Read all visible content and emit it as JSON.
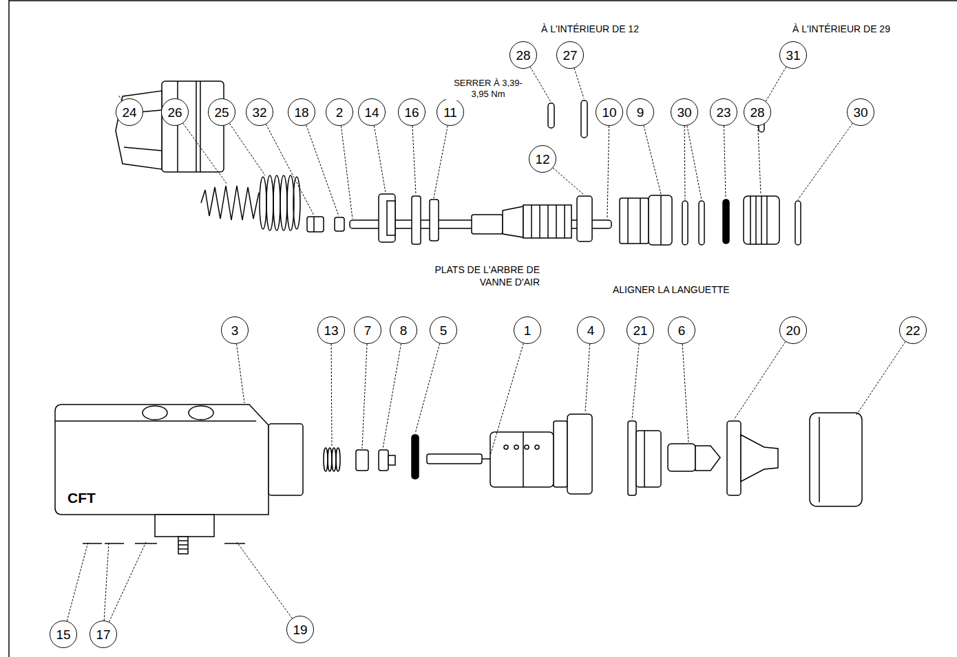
{
  "diagram": {
    "nodes": [
      {
        "text": [
          "28"
        ]
      },
      {
        "text": [
          "27"
        ]
      },
      {
        "text": [
          "31"
        ]
      },
      {
        "text": [
          "24"
        ]
      },
      {
        "text": [
          "26"
        ]
      },
      {
        "text": [
          "25"
        ]
      },
      {
        "text": [
          "32"
        ]
      },
      {
        "text": [
          "18"
        ]
      },
      {
        "text": [
          "2"
        ]
      },
      {
        "text": [
          "14"
        ]
      },
      {
        "text": [
          "16"
        ]
      },
      {
        "text": [
          "11"
        ]
      },
      {
        "text": [
          "10"
        ]
      },
      {
        "text": [
          "9"
        ]
      },
      {
        "text": [
          "30"
        ]
      },
      {
        "text": [
          "23"
        ]
      },
      {
        "text": [
          "28"
        ]
      },
      {
        "text": [
          "30"
        ]
      },
      {
        "text": [
          "12"
        ]
      },
      {
        "text": [
          "3"
        ]
      },
      {
        "text": [
          "13"
        ]
      },
      {
        "text": [
          "7"
        ]
      },
      {
        "text": [
          "8"
        ]
      },
      {
        "text": [
          "5"
        ]
      },
      {
        "text": [
          "1"
        ]
      },
      {
        "text": [
          "4"
        ]
      },
      {
        "text": [
          "21"
        ]
      },
      {
        "text": [
          "6"
        ]
      },
      {
        "text": [
          "20"
        ]
      },
      {
        "text": [
          "22"
        ]
      },
      {
        "text": [
          "15"
        ]
      },
      {
        "text": [
          "17"
        ]
      },
      {
        "text": [
          "19"
        ]
      }
    ],
    "labels": [
      "À L'INTÉRIEUR DE 12",
      "À L'INTÉRIEUR DE 29",
      "SERRER À 3,39- 3,95 Nm",
      "PLATS DE L'ARBRE DE VANNE D'AIR",
      "ALIGNER LA LANGUETTE",
      "CFT"
    ]
  }
}
